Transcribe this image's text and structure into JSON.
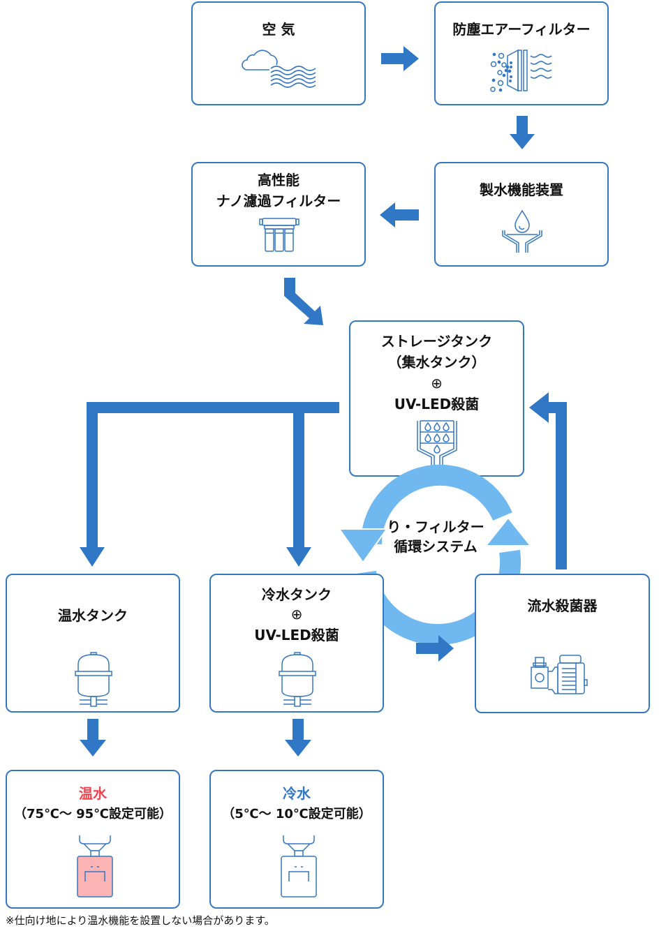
{
  "colors": {
    "border": "#3477c3",
    "arrow": "#3077c5",
    "cycle": "#6fb8f0",
    "hot": "#f04450",
    "cold": "#3477c3",
    "hot_fill": "#fcb3b3"
  },
  "nodes": {
    "air": {
      "title": "空 気",
      "icon": "cloud-waves-icon"
    },
    "dust_filter": {
      "title": "防塵エアーフィルター",
      "icon": "air-filter-icon"
    },
    "water_maker": {
      "title": "製水機能装置",
      "icon": "water-drop-funnel-icon"
    },
    "nano_filter": {
      "title_line1": "高性能",
      "title_line2": "ナノ濾過フィルター",
      "icon": "triple-filter-icon"
    },
    "storage_tank": {
      "title_line1": "ストレージタンク",
      "title_line2": "（集水タンク）",
      "plus": "⊕",
      "title_line3": "UV-LED殺菌",
      "icon": "storage-tank-icon"
    },
    "cycle": {
      "line1": "り・フィルター",
      "line2": "循環システム"
    },
    "hot_tank": {
      "title": "温水タンク",
      "icon": "pressure-tank-icon"
    },
    "cold_tank": {
      "title_line1": "冷水タンク",
      "plus": "⊕",
      "title_line2": "UV-LED殺菌",
      "icon": "pressure-tank-icon"
    },
    "sterilizer": {
      "title": "流水殺菌器",
      "icon": "pump-icon"
    },
    "hot_water": {
      "title": "温水",
      "range": "（75℃～ 95℃設定可能）",
      "icon": "dispenser-icon"
    },
    "cold_water": {
      "title": "冷水",
      "range": "（5℃～ 10℃設定可能）",
      "icon": "dispenser-icon"
    }
  },
  "footnote": "※仕向け地により温水機能を設置しない場合があります。"
}
